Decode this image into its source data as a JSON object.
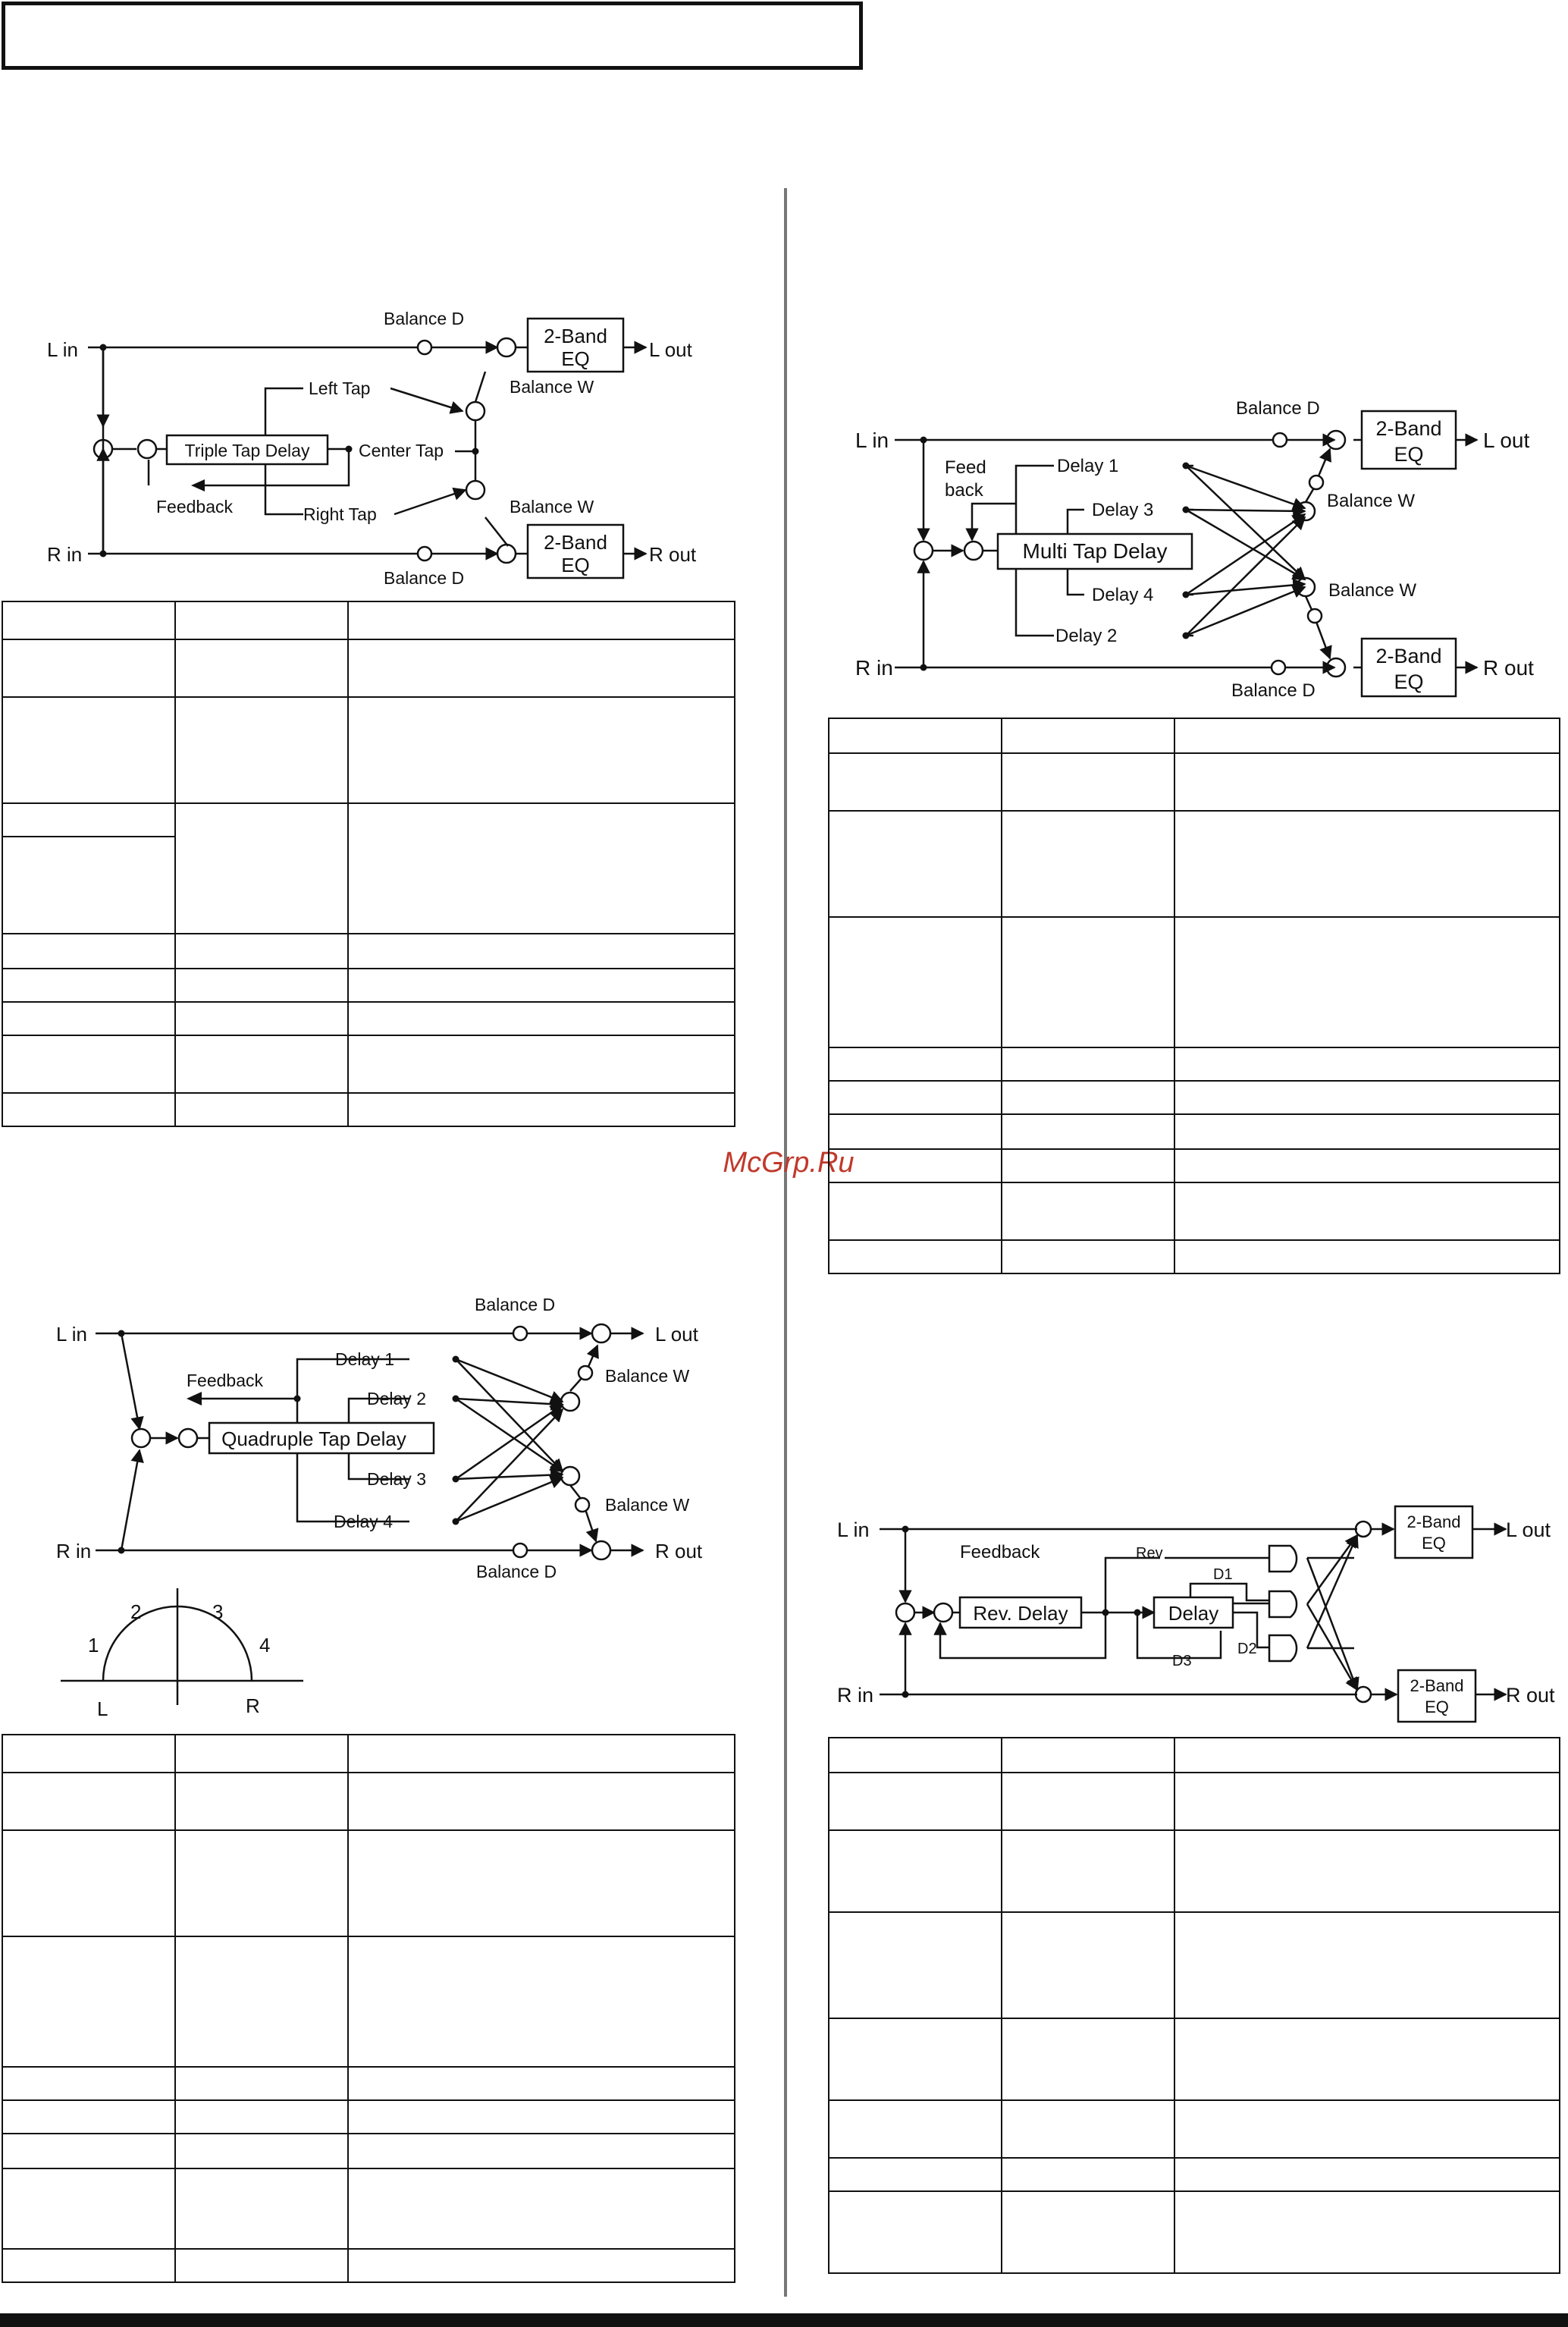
{
  "watermark": "McGrp.Ru",
  "diagrams": {
    "triple_tap": {
      "l_in": "L in",
      "r_in": "R in",
      "l_out": "L out",
      "r_out": "R out",
      "balance_d_top": "Balance D",
      "balance_d_bottom": "Balance D",
      "balance_w_top": "Balance W",
      "balance_w_bottom": "Balance W",
      "eq_top_line1": "2-Band",
      "eq_top_line2": "EQ",
      "eq_bottom_line1": "2-Band",
      "eq_bottom_line2": "EQ",
      "delay_block": "Triple Tap Delay",
      "left_tap": "Left Tap",
      "center_tap": "Center Tap",
      "right_tap": "Right Tap",
      "feedback": "Feedback"
    },
    "quadruple_tap": {
      "l_in": "L in",
      "r_in": "R in",
      "l_out": "L out",
      "r_out": "R out",
      "balance_d_top": "Balance D",
      "balance_d_bottom": "Balance D",
      "balance_w_top": "Balance W",
      "balance_w_bottom": "Balance W",
      "delay_block": "Quadruple Tap Delay",
      "feedback": "Feedback",
      "delay1": "Delay 1",
      "delay2": "Delay 2",
      "delay3": "Delay 3",
      "delay4": "Delay 4"
    },
    "pan_arc": {
      "pos1": "1",
      "pos2": "2",
      "pos3": "3",
      "pos4": "4",
      "left": "L",
      "right": "R"
    },
    "multi_tap": {
      "l_in": "L in",
      "r_in": "R in",
      "l_out": "L out",
      "r_out": "R out",
      "balance_d_top": "Balance D",
      "balance_d_bottom": "Balance D",
      "balance_w_top": "Balance W",
      "balance_w_bottom": "Balance W",
      "eq_top_line1": "2-Band",
      "eq_top_line2": "EQ",
      "eq_bottom_line1": "2-Band",
      "eq_bottom_line2": "EQ",
      "delay_block": "Multi Tap Delay",
      "feedback_line1": "Feed",
      "feedback_line2": "back",
      "delay1": "Delay 1",
      "delay2": "Delay 2",
      "delay3": "Delay 3",
      "delay4": "Delay 4"
    },
    "reverb_delay": {
      "l_in": "L in",
      "r_in": "R in",
      "l_out": "L out",
      "r_out": "R out",
      "feedback": "Feedback",
      "rev_block": "Rev. Delay",
      "delay_block": "Delay",
      "rev": "Rev",
      "d1": "D1",
      "d2": "D2",
      "d3": "D3",
      "eq_top_line1": "2-Band",
      "eq_top_line2": "EQ",
      "eq_bottom_line1": "2-Band",
      "eq_bottom_line2": "EQ"
    }
  }
}
